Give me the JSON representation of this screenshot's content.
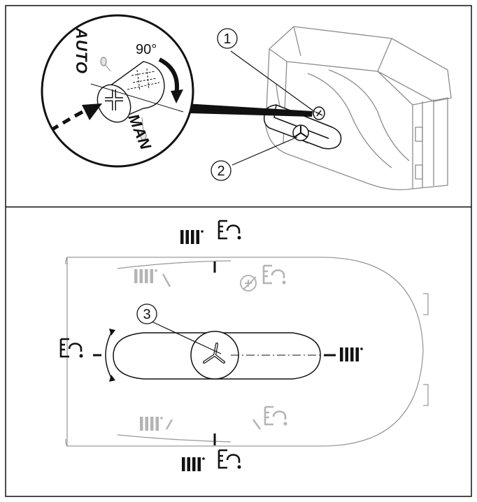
{
  "callouts": {
    "c1": "1",
    "c2": "2",
    "c3": "3"
  },
  "detail": {
    "angle_label": "90°",
    "mode_auto": "AUTO",
    "mode_man": "MAN"
  },
  "icons": {
    "heating": "radiator-icon",
    "hot_water": "hot-water-tap-icon",
    "fill": "filling-tool-icon"
  },
  "colors": {
    "line": "#111111",
    "faded": "#b4b4b4",
    "housing": "#8c8c8c"
  }
}
